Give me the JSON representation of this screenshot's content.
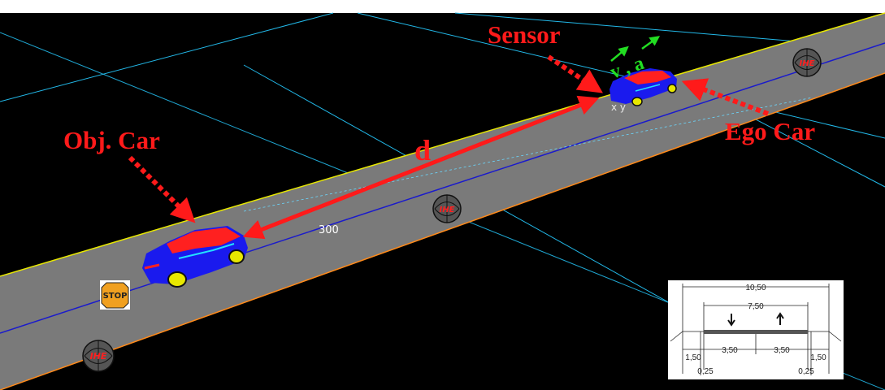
{
  "labels": {
    "sensor": "Sensor",
    "velocity": "v , a",
    "ego_car": "Ego Car",
    "obj_car": "Obj. Car",
    "distance": "d",
    "sensor_axes": "x y",
    "station": "300"
  },
  "signs": {
    "stop": "STOP",
    "ihe": "IHE"
  },
  "cross_section": {
    "total_width": "10,50",
    "roadway_width": "7,50",
    "shoulder_left": "1,50",
    "lane_left": "3,50",
    "lane_right": "3,50",
    "shoulder_right": "1,50",
    "edge_left": "0,25",
    "edge_right": "0,25"
  },
  "colors": {
    "background": "#000000",
    "road": "#7a7a7a",
    "edge_yellow": "#e8e800",
    "edge_orange": "#ff8a1a",
    "centerline": "#1a1acc",
    "grid": "#22b8e8",
    "annotation": "#ff1a1a",
    "vector": "#22dd22",
    "car_body": "#1a1aee",
    "car_roof": "#ff2020",
    "wheel": "#e8e800"
  }
}
